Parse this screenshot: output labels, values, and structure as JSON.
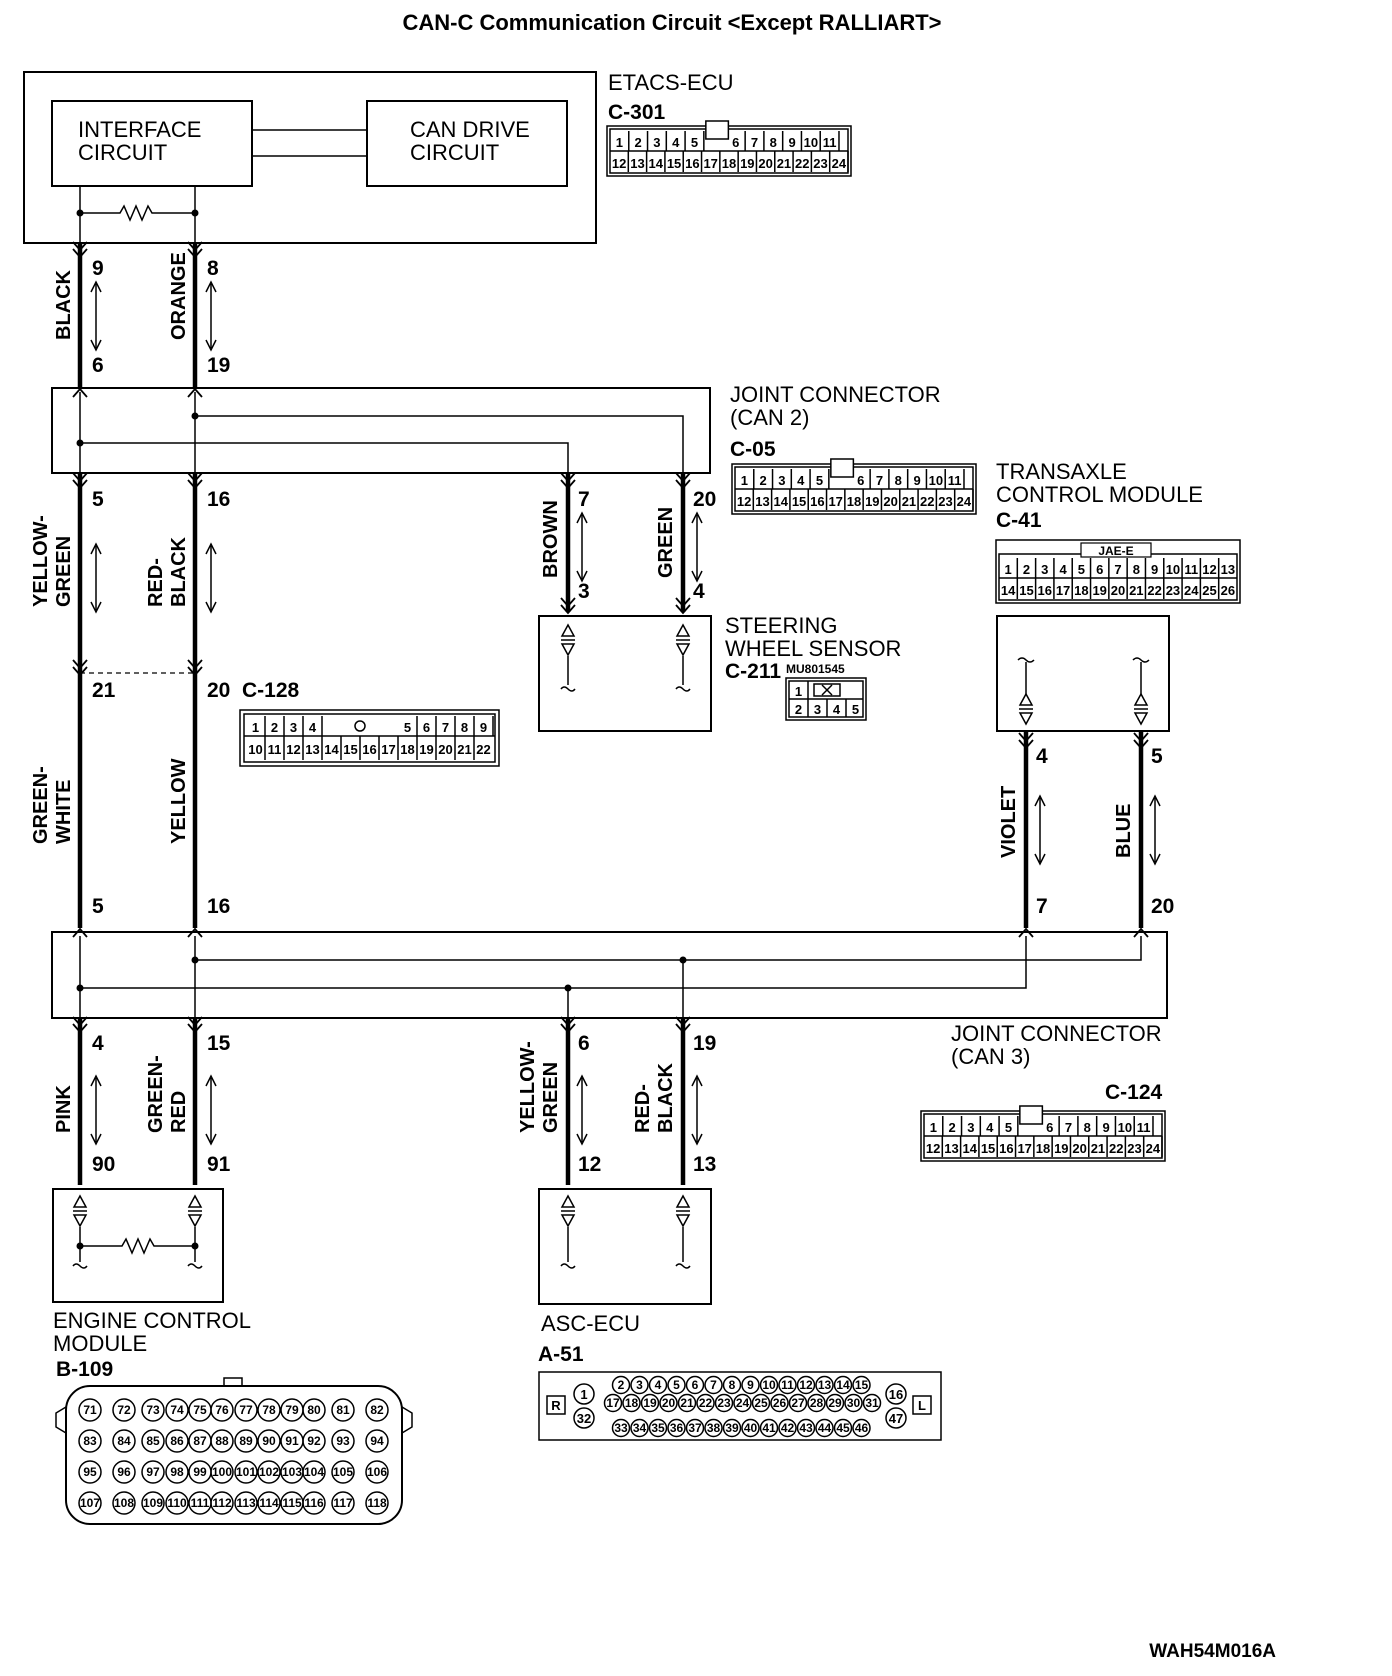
{
  "title": "CAN-C Communication Circuit <Except RALLIART>",
  "footer_code": "WAH54M016A",
  "etacs": {
    "name": "ETACS-ECU",
    "connector": "C-301",
    "interface_label": [
      "INTERFACE",
      "CIRCUIT"
    ],
    "can_drive_label": [
      "CAN DRIVE",
      "CIRCUIT"
    ],
    "pins_top": [
      "1",
      "2",
      "3",
      "4",
      "5",
      "6",
      "7",
      "8",
      "9",
      "10",
      "11"
    ],
    "pins_bottom": [
      "12",
      "13",
      "14",
      "15",
      "16",
      "17",
      "18",
      "19",
      "20",
      "21",
      "22",
      "23",
      "24"
    ]
  },
  "joint_can2": {
    "name": [
      "JOINT CONNECTOR",
      "(CAN 2)"
    ],
    "connector": "C-05",
    "pins_top": [
      "1",
      "2",
      "3",
      "4",
      "5",
      "6",
      "7",
      "8",
      "9",
      "10",
      "11"
    ],
    "pins_bottom": [
      "12",
      "13",
      "14",
      "15",
      "16",
      "17",
      "18",
      "19",
      "20",
      "21",
      "22",
      "23",
      "24"
    ]
  },
  "tcm": {
    "name": [
      "TRANSAXLE",
      "CONTROL MODULE"
    ],
    "connector": "C-41",
    "tag": "JAE-E",
    "pins_top": [
      "1",
      "2",
      "3",
      "4",
      "5",
      "6",
      "7",
      "8",
      "9",
      "10",
      "11",
      "12",
      "13"
    ],
    "pins_bottom": [
      "14",
      "15",
      "16",
      "17",
      "18",
      "19",
      "20",
      "21",
      "22",
      "23",
      "24",
      "25",
      "26"
    ]
  },
  "steering": {
    "name": [
      "STEERING",
      "WHEEL SENSOR"
    ],
    "connector": "C-211",
    "part_no": "MU801545",
    "pins_top": [
      "1"
    ],
    "pins_bottom": [
      "2",
      "3",
      "4",
      "5"
    ]
  },
  "c128": {
    "connector": "C-128",
    "pins_top": [
      "1",
      "2",
      "3",
      "4",
      "5",
      "6",
      "7",
      "8",
      "9"
    ],
    "pins_bottom": [
      "10",
      "11",
      "12",
      "13",
      "14",
      "15",
      "16",
      "17",
      "18",
      "19",
      "20",
      "21",
      "22"
    ]
  },
  "joint_can3": {
    "name": [
      "JOINT CONNECTOR",
      "(CAN 3)"
    ],
    "connector": "C-124",
    "pins_top": [
      "1",
      "2",
      "3",
      "4",
      "5",
      "6",
      "7",
      "8",
      "9",
      "10",
      "11"
    ],
    "pins_bottom": [
      "12",
      "13",
      "14",
      "15",
      "16",
      "17",
      "18",
      "19",
      "20",
      "21",
      "22",
      "23",
      "24"
    ]
  },
  "ecm": {
    "name": [
      "ENGINE CONTROL",
      "MODULE"
    ],
    "connector": "B-109",
    "rows": [
      [
        "71",
        "72",
        "73",
        "74",
        "75",
        "76",
        "77",
        "78",
        "79",
        "80",
        "81",
        "82"
      ],
      [
        "83",
        "84",
        "85",
        "86",
        "87",
        "88",
        "89",
        "90",
        "91",
        "92",
        "93",
        "94"
      ],
      [
        "95",
        "96",
        "97",
        "98",
        "99",
        "100",
        "101",
        "102",
        "103",
        "104",
        "105",
        "106"
      ],
      [
        "107",
        "108",
        "109",
        "110",
        "111",
        "112",
        "113",
        "114",
        "115",
        "116",
        "117",
        "118"
      ]
    ]
  },
  "asc": {
    "name": "ASC-ECU",
    "connector": "A-51",
    "left_mark": "R",
    "right_mark": "L",
    "left_pins": [
      "1",
      "32"
    ],
    "right_pins": [
      "16",
      "47"
    ],
    "row_top": [
      "2",
      "3",
      "4",
      "5",
      "6",
      "7",
      "8",
      "9",
      "10",
      "11",
      "12",
      "13",
      "14",
      "15"
    ],
    "row_mid": [
      "17",
      "18",
      "19",
      "20",
      "21",
      "22",
      "23",
      "24",
      "25",
      "26",
      "27",
      "28",
      "29",
      "30",
      "31"
    ],
    "row_bot": [
      "33",
      "34",
      "35",
      "36",
      "37",
      "38",
      "39",
      "40",
      "41",
      "42",
      "43",
      "44",
      "45",
      "46"
    ]
  },
  "wires": {
    "etacs_left": {
      "color": "BLACK",
      "pin_top": "9",
      "pin_bottom": "6"
    },
    "etacs_right": {
      "color": "ORANGE",
      "pin_top": "8",
      "pin_bottom": "19"
    },
    "can2_left": {
      "color": "YELLOW-GREEN",
      "pin_top": "5",
      "pin_bottom": "21"
    },
    "can2_right": {
      "color": "RED-BLACK",
      "pin_top": "16",
      "pin_bottom": "20"
    },
    "steer_left": {
      "color": "BROWN",
      "pin_top": "7",
      "pin_bottom": "3"
    },
    "steer_right": {
      "color": "GREEN",
      "pin_top": "20",
      "pin_bottom": "4"
    },
    "c128_left": {
      "color": "GREEN-WHITE",
      "pin_bottom": "5"
    },
    "c128_right": {
      "color": "YELLOW",
      "pin_bottom": "16"
    },
    "tcm_left": {
      "color": "VIOLET",
      "pin_top": "4",
      "pin_bottom": "7"
    },
    "tcm_right": {
      "color": "BLUE",
      "pin_top": "5",
      "pin_bottom": "20"
    },
    "ecm_left": {
      "color": "PINK",
      "pin_top": "4",
      "pin_bottom": "90"
    },
    "ecm_right": {
      "color": "GREEN-RED",
      "pin_top": "15",
      "pin_bottom": "91"
    },
    "asc_left": {
      "color": "YELLOW-GREEN",
      "pin_top": "6",
      "pin_bottom": "12"
    },
    "asc_right": {
      "color": "RED-BLACK",
      "pin_top": "19",
      "pin_bottom": "13"
    }
  }
}
